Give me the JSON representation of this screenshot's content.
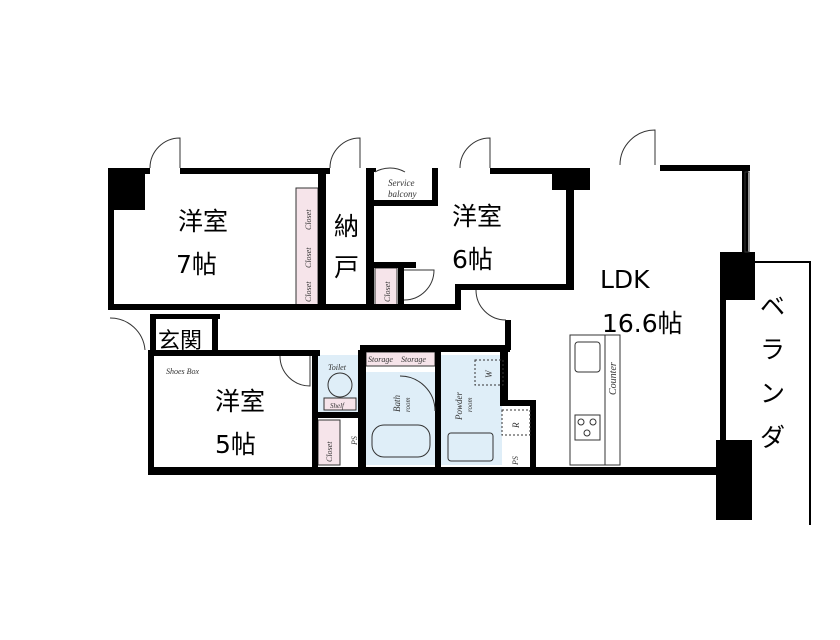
{
  "rooms": {
    "western_7": {
      "name": "洋室",
      "size": "7帖"
    },
    "storage_room": {
      "name_top": "納",
      "name_bottom": "戸"
    },
    "western_6": {
      "name": "洋室",
      "size": "6帖"
    },
    "ldk": {
      "name": "LDK",
      "size": "16.6帖"
    },
    "entrance": {
      "name": "玄関"
    },
    "western_5": {
      "name": "洋室",
      "size": "5帖"
    },
    "veranda": {
      "chars": [
        "ベ",
        "ラ",
        "ン",
        "ダ"
      ]
    }
  },
  "labels": {
    "service_balcony_1": "Service",
    "service_balcony_2": "balcony",
    "closet": "Closet",
    "shoes_box": "Shoes Box",
    "toilet": "Toilet",
    "shelf": "Shelf",
    "storage": "Storage",
    "bath_1": "Bath",
    "bath_2": "room",
    "powder_1": "Powder",
    "powder_2": "room",
    "washer": "W",
    "fridge": "R",
    "ps": "PS",
    "counter": "Counter"
  },
  "colors": {
    "closet": "#f6e4ea",
    "wet_area": "#dfeef8",
    "wall": "#000000"
  }
}
